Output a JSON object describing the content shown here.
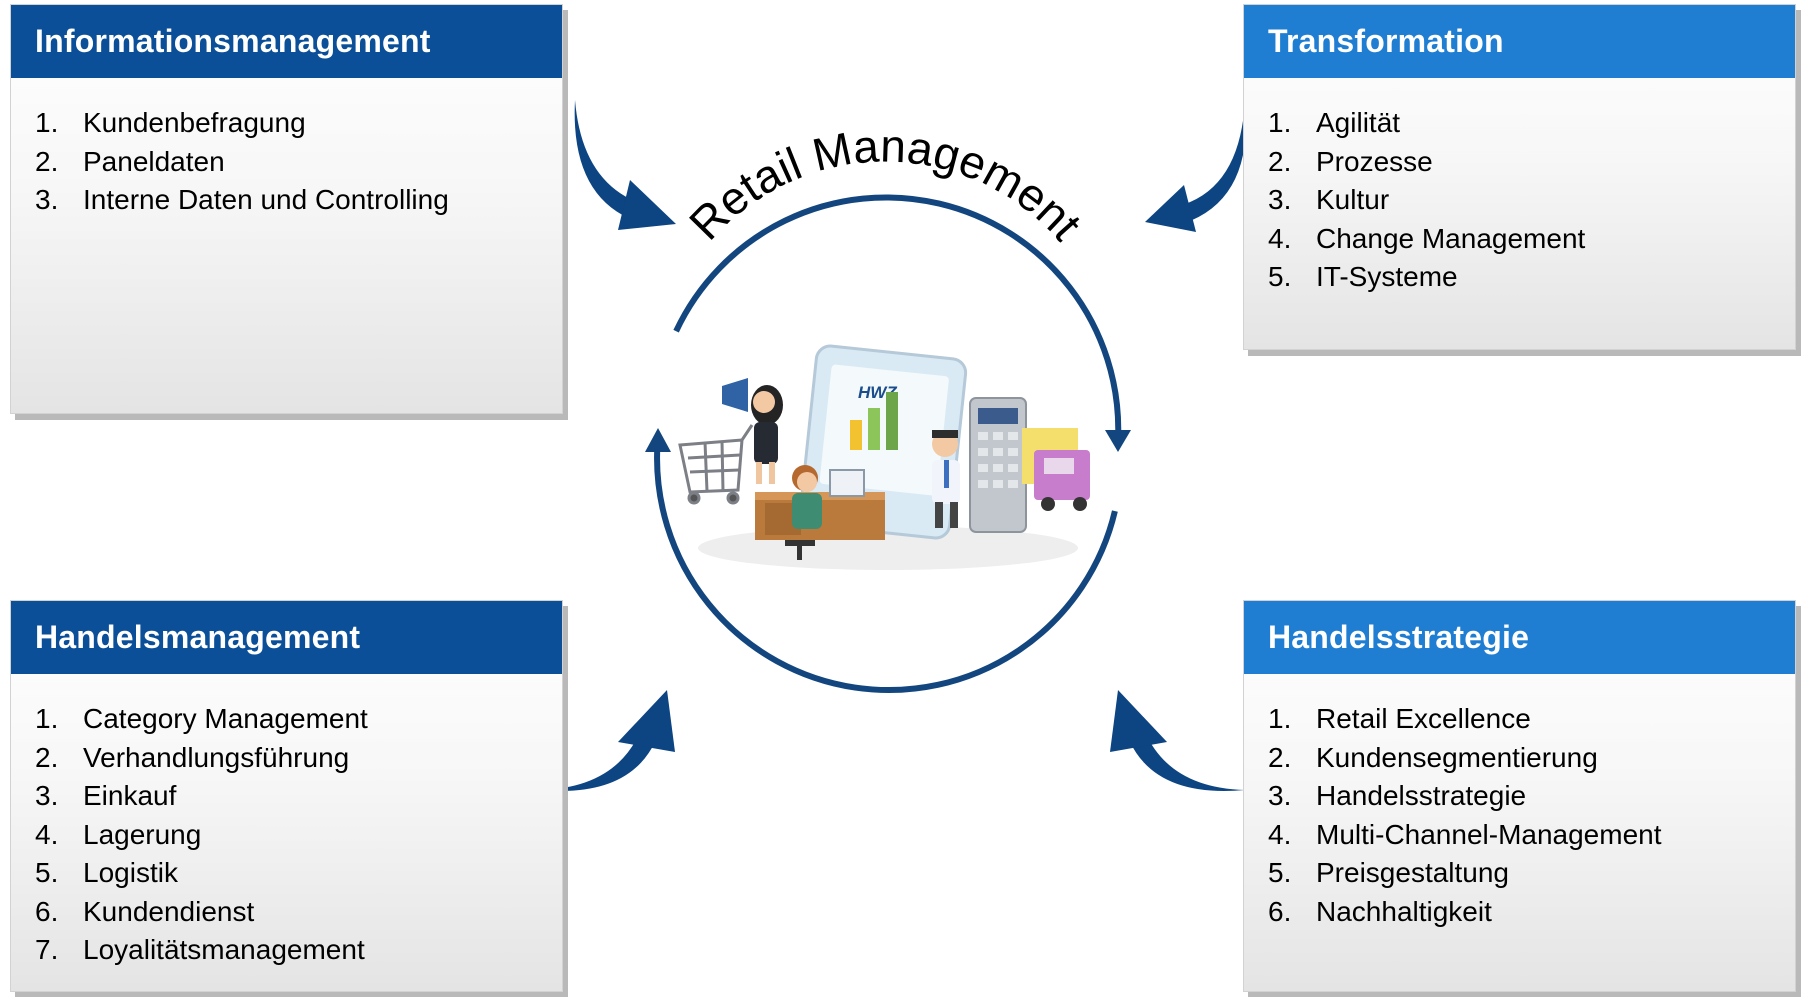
{
  "center": {
    "title": "Retail Management",
    "illustration_label": "HWZ"
  },
  "colors": {
    "header_dark": "#0a4f97",
    "header_light": "#1f7ed2",
    "arrow": "#0d4482",
    "circle": "#13467f"
  },
  "boxes": {
    "informationsmanagement": {
      "title": "Informationsmanagement",
      "items": [
        {
          "num": "1.",
          "label": "Kundenbefragung"
        },
        {
          "num": "2.",
          "label": "Paneldaten"
        },
        {
          "num": "3.",
          "label": "Interne Daten und Controlling"
        }
      ]
    },
    "transformation": {
      "title": "Transformation",
      "items": [
        {
          "num": "1.",
          "label": "Agilität"
        },
        {
          "num": "2.",
          "label": "Prozesse"
        },
        {
          "num": "3.",
          "label": "Kultur"
        },
        {
          "num": "4.",
          "label": "Change Management"
        },
        {
          "num": "5.",
          "label": "IT-Systeme"
        }
      ]
    },
    "handelsmanagement": {
      "title": "Handelsmanagement",
      "items": [
        {
          "num": "1.",
          "label": "Category Management"
        },
        {
          "num": "2.",
          "label": "Verhandlungsführung"
        },
        {
          "num": "3.",
          "label": "Einkauf"
        },
        {
          "num": "4.",
          "label": "Lagerung"
        },
        {
          "num": "5.",
          "label": "Logistik"
        },
        {
          "num": "6.",
          "label": "Kundendienst"
        },
        {
          "num": "7.",
          "label": "Loyalitätsmanagement"
        }
      ]
    },
    "handelsstrategie": {
      "title": "Handelsstrategie",
      "items": [
        {
          "num": "1.",
          "label": "Retail Excellence"
        },
        {
          "num": "2.",
          "label": "Kundensegmentierung"
        },
        {
          "num": "3.",
          "label": "Handelsstrategie"
        },
        {
          "num": "4.",
          "label": "Multi-Channel-Management"
        },
        {
          "num": "5.",
          "label": "Preisgestaltung"
        },
        {
          "num": "6.",
          "label": "Nachhaltigkeit"
        }
      ]
    }
  }
}
